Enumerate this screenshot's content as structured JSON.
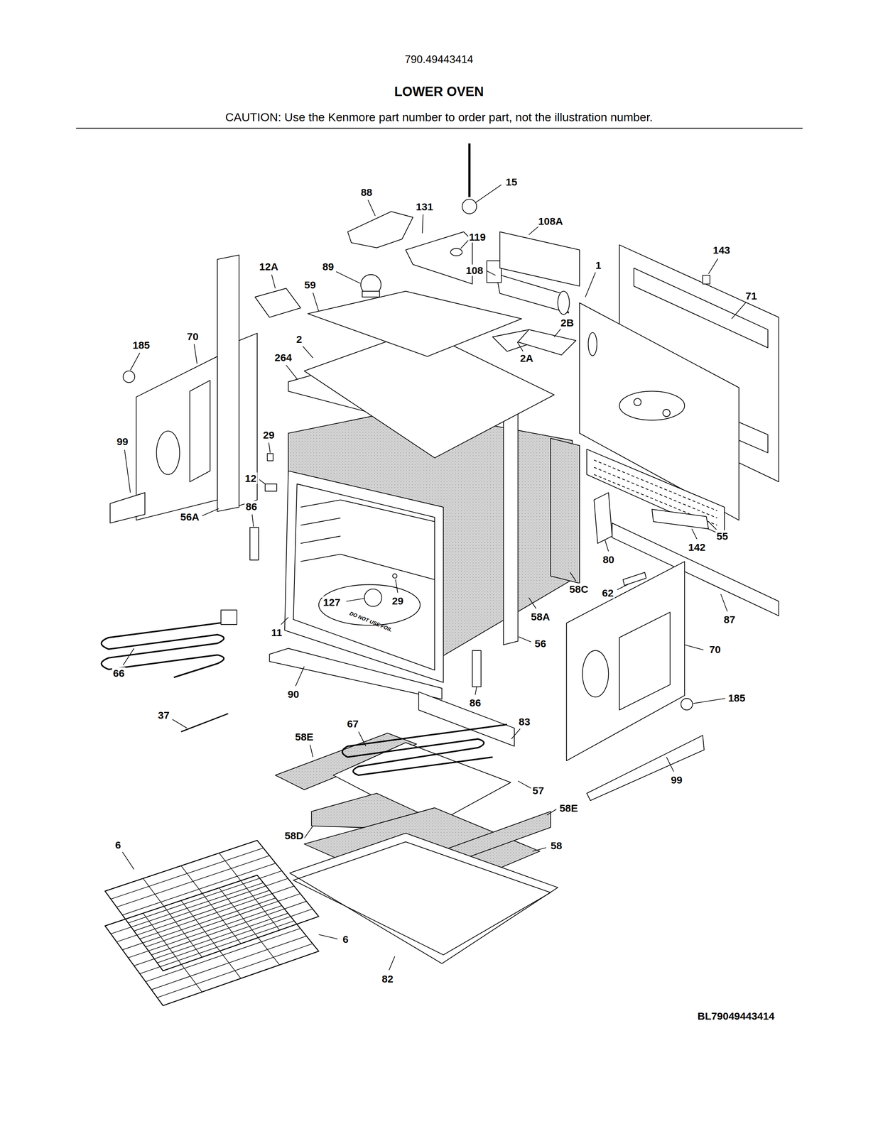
{
  "diagram": {
    "title": "LOWER OVEN",
    "labels": [
      "790.49443414",
      "CAUTION: Use the Kenmore part number to order part, not the illustration number.",
      "15",
      "88",
      "131",
      "108A",
      "119",
      "143",
      "12A",
      "89",
      "108",
      "1",
      "59",
      "71",
      "2B",
      "70",
      "2",
      "185",
      "264",
      "2A",
      "29",
      "99",
      "12",
      "86",
      "56A",
      "55",
      "142",
      "80",
      "58C",
      "62",
      "127",
      "29",
      "58A",
      "87",
      "DO NOT USE FOIL",
      "11",
      "56",
      "70",
      "66",
      "90",
      "185",
      "86",
      "37",
      "83",
      "67",
      "58E",
      "99",
      "57",
      "58E",
      "58D",
      "6",
      "58",
      "6",
      "82",
      "BL79049443414"
    ]
  }
}
